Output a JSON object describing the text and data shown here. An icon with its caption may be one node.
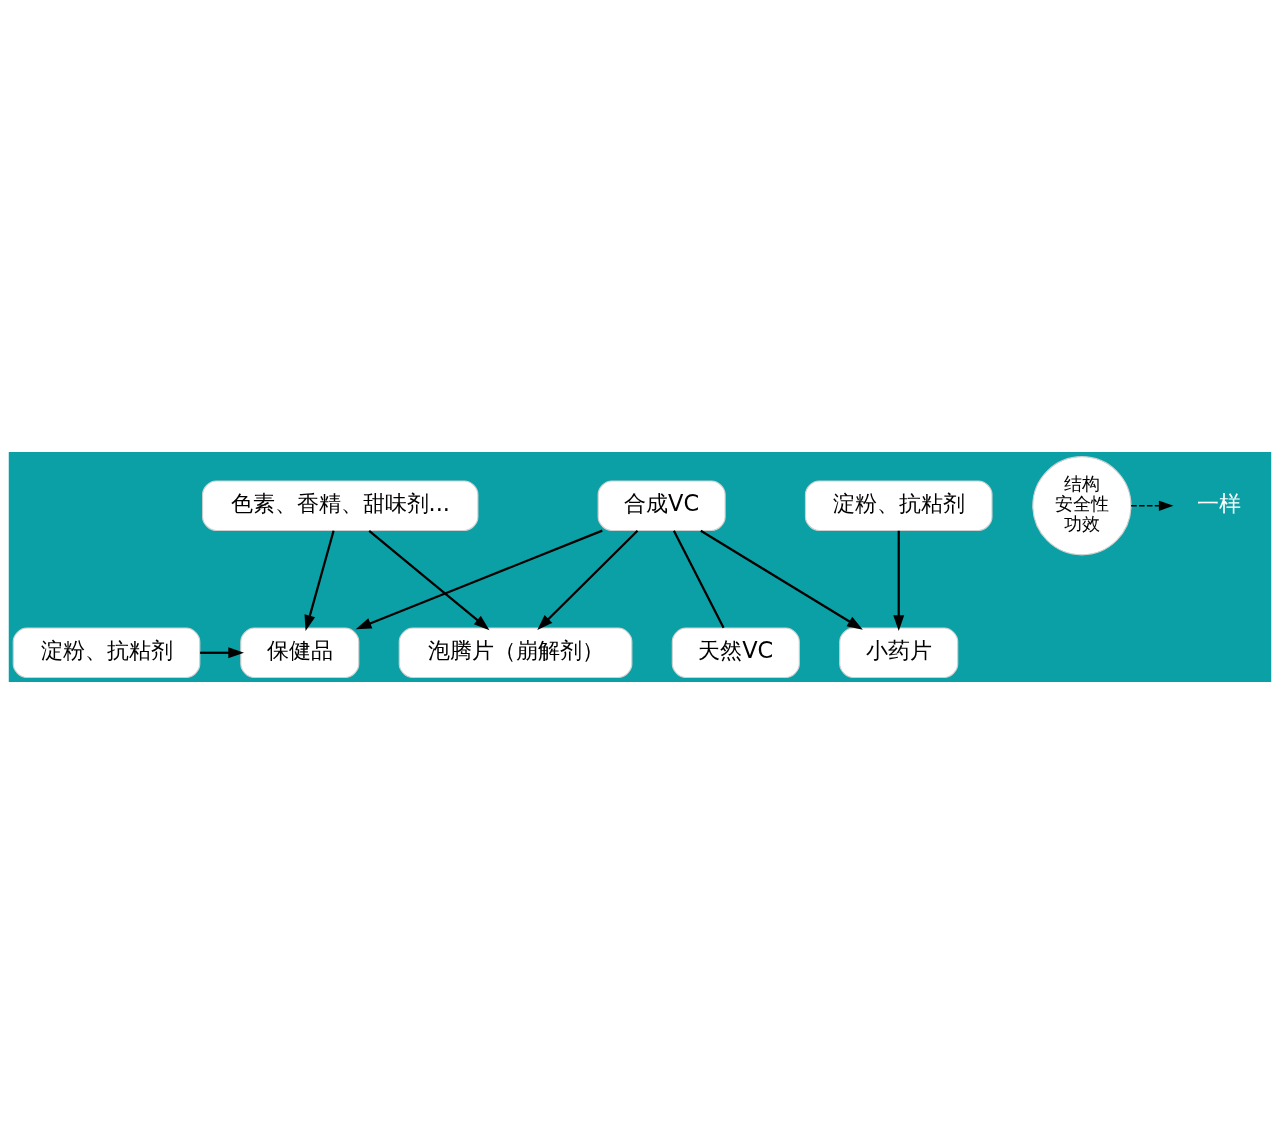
{
  "diagram": {
    "nodes": [
      {
        "text": [
          "色素、香精、甜味剂..."
        ]
      },
      {
        "text": [
          "淀粉、抗粘剂"
        ]
      },
      {
        "text": [
          "淀粉、抗粘剂"
        ]
      },
      {
        "text": [
          "保健品"
        ]
      },
      {
        "text": [
          "泡腾片（崩解剂）"
        ]
      },
      {
        "text": [
          "小药片"
        ]
      },
      {
        "text": [
          "合成VC"
        ]
      },
      {
        "text": [
          "天然VC"
        ]
      },
      {
        "text": [
          "结构",
          "安全性",
          "功效"
        ]
      },
      {
        "text": [
          "一样"
        ]
      }
    ],
    "edges": [
      {
        "from": 0,
        "to": 3,
        "arrow": "to"
      },
      {
        "from": 0,
        "to": 4,
        "arrow": "to"
      },
      {
        "from": 1,
        "to": 5,
        "arrow": "to"
      },
      {
        "from": 2,
        "to": 3,
        "arrow": "to"
      },
      {
        "from": 6,
        "to": 3,
        "arrow": "to"
      },
      {
        "from": 6,
        "to": 4,
        "arrow": "to"
      },
      {
        "from": 6,
        "to": 5,
        "arrow": "to"
      },
      {
        "from": 6,
        "to": 7,
        "arrow": "none"
      },
      {
        "from": 8,
        "to": 9,
        "arrow": "to",
        "style": "dashed"
      }
    ]
  }
}
